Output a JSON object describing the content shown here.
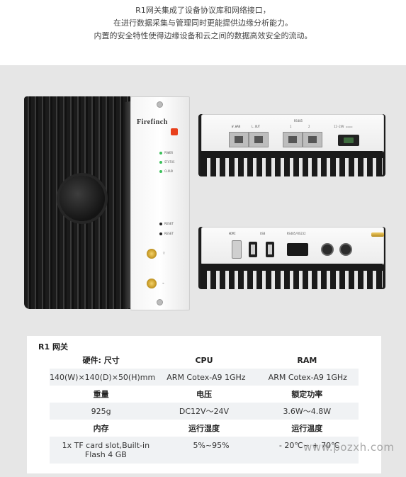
{
  "intro": {
    "lines": [
      "R1网关集成了设备协议库和网络接口，",
      "在进行数据采集与管理同时更能提供边缘分析能力。",
      "内置的安全特性使得边缘设备和云之间的数据高效安全的流动。"
    ]
  },
  "device": {
    "brand": "Firefinch",
    "leds": [
      "POWER",
      "STATUS",
      "CLOUD"
    ],
    "buttons": [
      "RESET",
      "RESET"
    ],
    "top_view": {
      "labels": {
        "wan": "W.WAN",
        "lan": "L.OUT",
        "rs485": "RS485",
        "port1": "1",
        "port2": "2",
        "power": "12-24V ===="
      }
    },
    "bottom_view": {
      "labels": {
        "hdmi": "HDMI",
        "usb": "USB",
        "serial": "RS485/RS232"
      }
    }
  },
  "spec": {
    "title": "R1 网关",
    "rows": [
      {
        "type": "head",
        "cells": [
          "硬件: 尺寸",
          "CPU",
          "RAM"
        ]
      },
      {
        "type": "val",
        "cells": [
          "140(W)×140(D)×50(H)mm",
          "ARM Cotex-A9 1GHz",
          "ARM Cotex-A9 1GHz"
        ]
      },
      {
        "type": "head",
        "cells": [
          "重量",
          "电压",
          "额定功率"
        ]
      },
      {
        "type": "val",
        "cells": [
          "925g",
          "DC12V～24V",
          "3.6W～4.8W"
        ]
      },
      {
        "type": "head",
        "cells": [
          "内存",
          "运行湿度",
          "运行温度"
        ]
      },
      {
        "type": "val tall",
        "cells": [
          "1x TF card slot,Built-in Flash 4 GB",
          "5%~95%",
          "- 20℃~ + 70℃"
        ]
      }
    ]
  },
  "watermark": "www.pozxh.com"
}
